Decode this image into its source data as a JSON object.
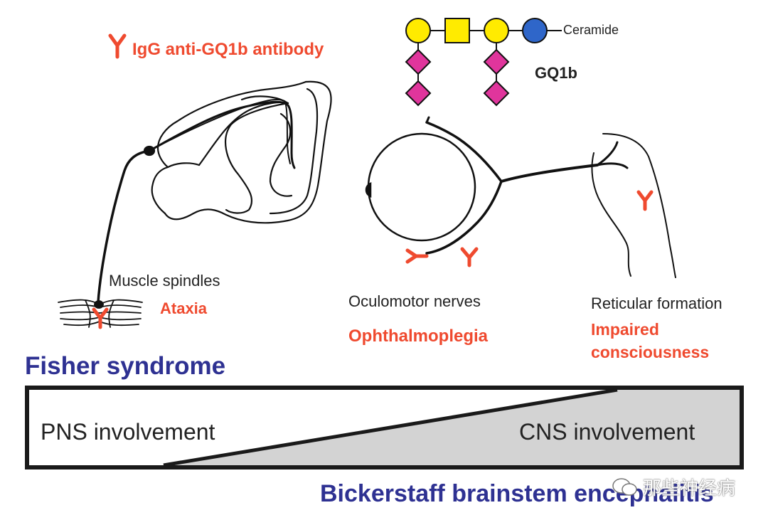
{
  "antibody_legend": {
    "symbol": "Y",
    "label": "IgG anti-GQ1b antibody"
  },
  "glycan": {
    "tail_label": "Ceramide",
    "name": "GQ1b"
  },
  "sites": {
    "muscle": {
      "label": "Muscle spindles",
      "symptom": "Ataxia"
    },
    "eye": {
      "label": "Oculomotor nerves",
      "symptom": "Ophthalmoplegia"
    },
    "brainstem": {
      "label": "Reticular formation",
      "symptom_line1": "Impaired",
      "symptom_line2": "consciousness"
    }
  },
  "spectrum": {
    "top_title": "Fisher syndrome",
    "left_label": "PNS involvement",
    "right_label": "CNS involvement",
    "bottom_title": "Bickerstaff brainstem encephalitis"
  },
  "watermark": {
    "text": "那些神经病"
  },
  "colors": {
    "antibody": "#ef4a2f",
    "galactose": "#ffeb00",
    "glucose": "#2f66c9",
    "sialic_acid": "#e0359c",
    "title_blue": "#2e3192",
    "bar_fill": "#d3d3d3"
  }
}
